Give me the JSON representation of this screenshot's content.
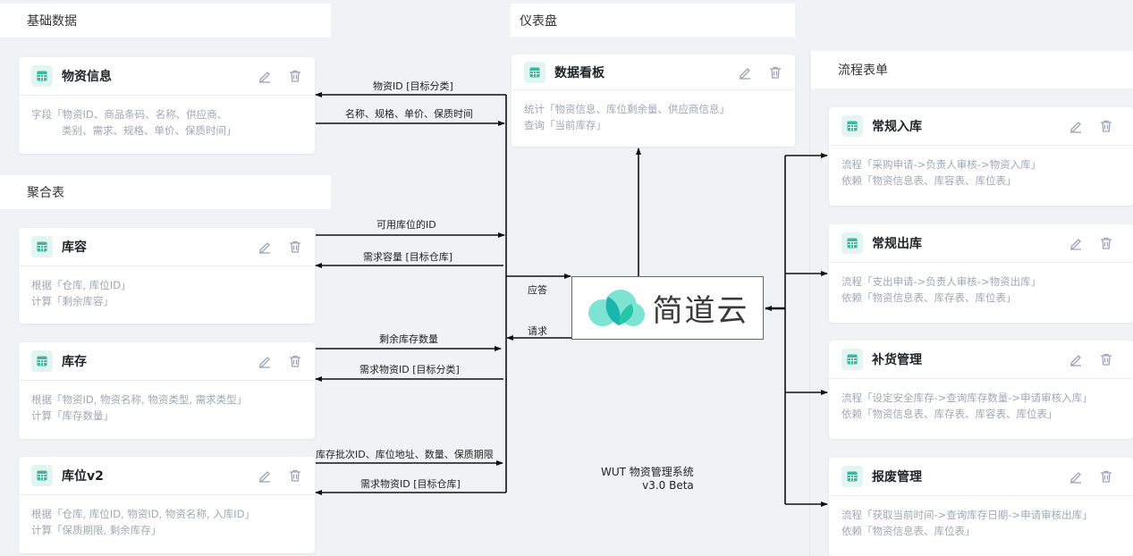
{
  "sections": {
    "basic": "基础数据",
    "aggregate": "聚合表",
    "dashboard": "仪表盘",
    "process": "流程表单"
  },
  "cards": {
    "wuzi": {
      "title": "物资信息",
      "line1": "字段「物资ID、商品条码、名称、供应商、",
      "line2": "类别、需求、规格、单价、保质时间」"
    },
    "kurong": {
      "title": "库容",
      "line1": "根据「仓库, 库位ID」",
      "line2": "计算「剩余库容」"
    },
    "kucun": {
      "title": "库存",
      "line1": "根据「物资ID, 物资名称, 物资类型, 需求类型」",
      "line2": "计算「库存数量」"
    },
    "kuwei": {
      "title": "库位v2",
      "line1": "根据「仓库, 库位ID, 物资ID, 物资名称, 入库ID」",
      "line2": "计算「保质期限, 剩余库存」"
    },
    "dashboard": {
      "title": "数据看板",
      "line1": "统计「物资信息、库位剩余量、供应商信息」",
      "line2": "查询「当前库存」"
    },
    "inbound": {
      "title": "常规入库",
      "line1": "流程「采购申请->负责人审核->物资入库」",
      "line2": "依赖「物资信息表、库容表、库位表」"
    },
    "outbound": {
      "title": "常规出库",
      "line1": "流程「支出申请->负责人审核->物资出库」",
      "line2": "依赖「物资信息表、库存表、库位表」"
    },
    "restock": {
      "title": "补货管理",
      "line1": "流程「设定安全库存->查询库存数量->申请审核入库」",
      "line2": "依赖「物资信息表、库存表、库容表、库位表」"
    },
    "scrap": {
      "title": "报废管理",
      "line1": "流程「获取当前时间->查询库存日期->申请审核出库」",
      "line2": "依赖「物资信息表、库位表」"
    }
  },
  "arrows": {
    "a1": "物资ID [目标分类]",
    "a2": "名称、规格、单价、保质时间",
    "a3": "可用库位的ID",
    "a4": "需求容量 [目标仓库]",
    "a5": "剩余库存数量",
    "a6": "需求物资ID [目标分类]",
    "a7": "库存批次ID、库位地址、数量、保质期限",
    "a8": "需求物资ID [目标仓库]",
    "response": "应答",
    "request": "请求"
  },
  "logo": {
    "text": "简道云",
    "colors": {
      "cloud": "#7de3d3",
      "leaf_left": "#1bb5b0",
      "leaf_right": "#26c7a6"
    }
  },
  "footer": {
    "line1": "WUT 物资管理系统",
    "line2": "v3.0 Beta"
  },
  "colors": {
    "icon_bg": "#e3f5f2",
    "icon_fg": "#3bb6a0",
    "action": "#9aa3b8"
  }
}
